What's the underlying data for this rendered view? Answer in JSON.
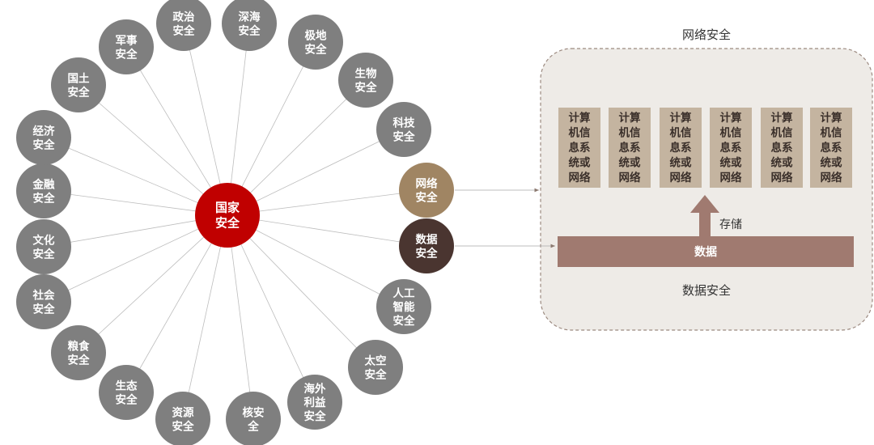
{
  "center": {
    "lines": [
      "国家",
      "安全"
    ],
    "color": "#c00000"
  },
  "nodes": [
    {
      "id": "politics",
      "lines": [
        "政治",
        "安全"
      ],
      "color": "#7f7f7f"
    },
    {
      "id": "ocean",
      "lines": [
        "深海",
        "安全"
      ],
      "color": "#7f7f7f"
    },
    {
      "id": "polar",
      "lines": [
        "极地",
        "安全"
      ],
      "color": "#7f7f7f"
    },
    {
      "id": "bio",
      "lines": [
        "生物",
        "安全"
      ],
      "color": "#7f7f7f"
    },
    {
      "id": "tech",
      "lines": [
        "科技",
        "安全"
      ],
      "color": "#7f7f7f"
    },
    {
      "id": "network",
      "lines": [
        "网络",
        "安全"
      ],
      "color": "#a08563"
    },
    {
      "id": "data",
      "lines": [
        "数据",
        "安全"
      ],
      "color": "#4a3530"
    },
    {
      "id": "ai",
      "lines": [
        "人工",
        "智能",
        "安全"
      ],
      "color": "#7f7f7f"
    },
    {
      "id": "space",
      "lines": [
        "太空",
        "安全"
      ],
      "color": "#7f7f7f"
    },
    {
      "id": "overseas",
      "lines": [
        "海外",
        "利益",
        "安全"
      ],
      "color": "#7f7f7f"
    },
    {
      "id": "nuclear",
      "lines": [
        "核安",
        "全"
      ],
      "color": "#7f7f7f"
    },
    {
      "id": "resource",
      "lines": [
        "资源",
        "安全"
      ],
      "color": "#7f7f7f"
    },
    {
      "id": "ecology",
      "lines": [
        "生态",
        "安全"
      ],
      "color": "#7f7f7f"
    },
    {
      "id": "food",
      "lines": [
        "粮食",
        "安全"
      ],
      "color": "#7f7f7f"
    },
    {
      "id": "society",
      "lines": [
        "社会",
        "安全"
      ],
      "color": "#7f7f7f"
    },
    {
      "id": "culture",
      "lines": [
        "文化",
        "安全"
      ],
      "color": "#7f7f7f"
    },
    {
      "id": "finance",
      "lines": [
        "金融",
        "安全"
      ],
      "color": "#7f7f7f"
    },
    {
      "id": "economy",
      "lines": [
        "经济",
        "安全"
      ],
      "color": "#7f7f7f"
    },
    {
      "id": "territory",
      "lines": [
        "国土",
        "安全"
      ],
      "color": "#7f7f7f"
    },
    {
      "id": "military",
      "lines": [
        "军事",
        "安全"
      ],
      "color": "#7f7f7f"
    }
  ],
  "panel": {
    "network_label": "网络安全",
    "data_label": "数据安全",
    "storage_label": "存储",
    "data_bar_label": "数据",
    "systems": [
      {
        "lines": [
          "计算",
          "机信",
          "息系",
          "统或",
          "网络"
        ]
      },
      {
        "lines": [
          "计算",
          "机信",
          "息系",
          "统或",
          "网络"
        ]
      },
      {
        "lines": [
          "计算",
          "机信",
          "息系",
          "统或",
          "网络"
        ]
      },
      {
        "lines": [
          "计算",
          "机信",
          "息系",
          "统或",
          "网络"
        ]
      },
      {
        "lines": [
          "计算",
          "机信",
          "息系",
          "统或",
          "网络"
        ]
      },
      {
        "lines": [
          "计算",
          "机信",
          "息系",
          "统或",
          "网络"
        ]
      }
    ],
    "colors": {
      "panel_fill": "#eeebe7",
      "panel_border": "#9c8a80",
      "system_fill": "#c4b4a0",
      "data_bar": "#a07a70",
      "arrow": "#a07a70"
    }
  }
}
